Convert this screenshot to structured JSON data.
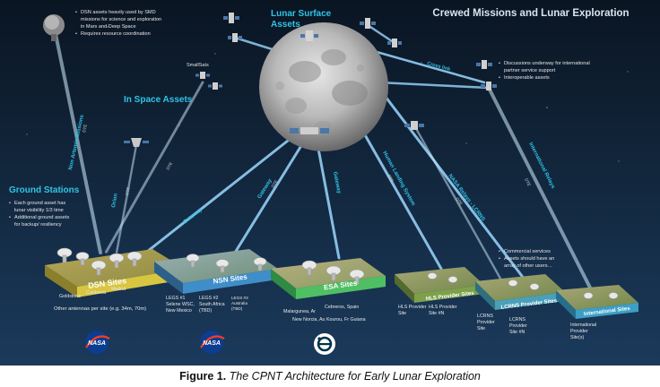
{
  "header": {
    "title": "Crewed Missions and Lunar Exploration"
  },
  "lunar_surface_label_1": "Lunar Surface",
  "lunar_surface_label_2": "Assets",
  "in_space_label": "In Space Assets",
  "ground_stations_label": "Ground Stations",
  "smallsats_label": "SmallSats",
  "dsn_notes": [
    "DSN assets heavily used by SMD",
    "missions for science and exploration",
    "in Mars and Deep Space",
    "Requires resource coordination"
  ],
  "intl_notes": [
    "Discussions  underway for international",
    "partner service support",
    "Interoperable assets"
  ],
  "ground_notes": [
    "Each ground asset has",
    "lunar visibility 1/3 time",
    "Additional ground assets",
    "for backup/ resiliency"
  ],
  "commercial_notes": [
    "Commercial services",
    "Assets should have an",
    "array of other users…"
  ],
  "links": {
    "non_artemis": "Non Artemis Missions",
    "orion": "Orion",
    "gateway_1": "Gateway",
    "gateway_2": "Gateway",
    "gateway_3": "Gateway",
    "human_landing": "Human Landing System",
    "nasa_relays": "NASA Relays - LCRNS",
    "intl_relays": "International Relays",
    "cross_link": "Cross link",
    "dte": "DTE"
  },
  "sites": {
    "dsn": {
      "name": "DSN Sites",
      "labels": [
        "Goldstone",
        "Canberra",
        "Madrid"
      ],
      "other": "Other antennas per site (e.g. 34m, 70m)"
    },
    "nsn": {
      "name": "NSN Sites",
      "labels": [
        "LEGS #1",
        "Selene WSC,",
        "New Mexico",
        "LEGS #2",
        "South Africa",
        "(TBD)",
        "LEGS #3",
        "Australia",
        "(TBD)"
      ]
    },
    "esa": {
      "name": "ESA Sites",
      "labels": [
        "Malargunea, Ar",
        "Cebreros, Spain",
        "New Norcia, Au Kourou, Fr Guiana"
      ]
    },
    "hls": {
      "name": "HLS Provider Sites",
      "labels": [
        "HLS Provider",
        "Site",
        "HLS Provider",
        "Site #N"
      ]
    },
    "lcrns": {
      "name": "LCRNS Provider Sites",
      "labels": [
        "LCRNS",
        "Provider",
        "Site",
        "LCRNS",
        "Provider",
        "Site #N"
      ]
    },
    "intl": {
      "name": "International Sites",
      "labels": [
        "International",
        "Provider",
        "Site(s)"
      ]
    }
  },
  "logos": {
    "nasa_1": "NASA",
    "nasa_2": "NASA"
  },
  "caption": {
    "figure": "Figure 1.",
    "text": "The CPNT Architecture for Early Lunar Exploration"
  },
  "colors": {
    "background_top": "#0a1522",
    "background_bottom": "#1b3a5c",
    "cyan_label": "#2fc4e6",
    "link_beam": "#7fd4ff",
    "dsn_site": "#d8c640",
    "nsn_site": "#3f8ec9",
    "esa_site": "#4fbf64",
    "hls_site": "#7da04a",
    "lcrns_site": "#4aa0b8",
    "intl_site": "#3c9fc6"
  }
}
